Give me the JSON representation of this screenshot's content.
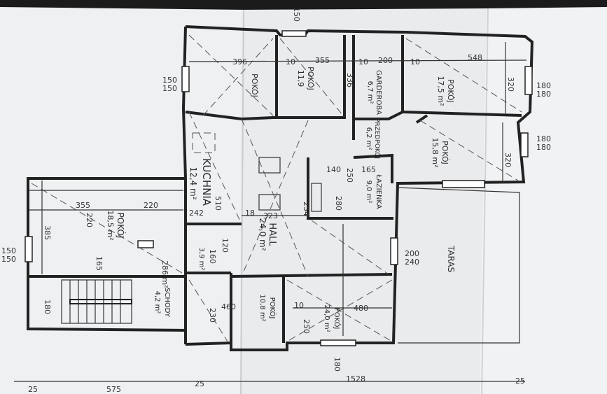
{
  "rooms": {
    "kuchnia": {
      "name": "KUCHNIA",
      "area": "12,4 m²",
      "dims": [
        "510",
        "242"
      ]
    },
    "pokoj_west": {
      "name": "POKÓJ",
      "area": "18,5 m²",
      "dims": [
        "220"
      ]
    },
    "pokoj_nw": {
      "name": "POKÓJ",
      "dims": [
        "396"
      ]
    },
    "pokoj_n": {
      "name": "POKÓJ",
      "area": "11,9",
      "dims": [
        "355",
        "336"
      ]
    },
    "garderoba": {
      "name": "GARDEROBA",
      "area": "6,7 m²",
      "dims": [
        "200"
      ]
    },
    "pokoj_ne": {
      "name": "POKÓJ",
      "area": "17,5 m²",
      "dims": [
        "548",
        "320"
      ]
    },
    "pokoj_e": {
      "name": "POKÓJ",
      "area": "15,8 m²",
      "dims": [
        "320"
      ]
    },
    "przedpokoj": {
      "name": "PRZEDPOKÓJ",
      "area": "6,2 m²",
      "dims": [
        "250",
        "140"
      ]
    },
    "lazienka": {
      "name": "ŁAZIENKA",
      "area": "9,0 m²",
      "dims": [
        "165",
        "280"
      ]
    },
    "hall": {
      "name": "HALL",
      "area": "24,0 m²",
      "dims": [
        "323",
        "254",
        "480"
      ]
    },
    "wc": {
      "name": "",
      "area": "3,9 m²",
      "dims": [
        "160",
        "120"
      ]
    },
    "schody": {
      "name": "SCHODY",
      "area": "4,2 m²"
    },
    "pokoj_s1": {
      "name": "POKÓJ",
      "area": "10,8 m²",
      "dims": [
        "460",
        "230"
      ]
    },
    "pokoj_s2": {
      "name": "POKÓJ",
      "area": "24,0 m²",
      "dims": [
        "480",
        "250"
      ]
    },
    "taras": {
      "name": "TARAS"
    }
  },
  "dimensions": {
    "d150_top": "150",
    "d150_left_upper_a": "150",
    "d150_left_upper_b": "150",
    "d150_left_lower_a": "150",
    "d150_left_lower_b": "150",
    "d180_right_a": "180",
    "d180_right_b": "180",
    "d180_right_c": "180",
    "d180_right_d": "180",
    "d200": "200",
    "d240": "240",
    "d355_west": "355",
    "d385": "385",
    "d220_vert": "220",
    "d165": "165",
    "d180_stair": "180",
    "d286": "286 m²",
    "d10_a": "10",
    "d10_b": "10",
    "d10_c": "10",
    "d10_d": "10",
    "d18": "18",
    "d180_bottom": "180",
    "d25_left": "25",
    "d575": "575",
    "d25_mid": "25",
    "d1528": "1528",
    "d25_right": "25"
  }
}
